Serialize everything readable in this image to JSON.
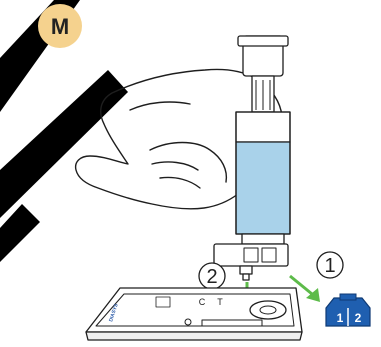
{
  "badge": {
    "letter": "M",
    "color": "#f5d28e"
  },
  "steps": {
    "step1": "1",
    "step2": "2"
  },
  "cassette": {
    "marker_c": "C",
    "marker_t": "T",
    "brand": "DIASYS"
  },
  "cap": {
    "label_1": "1",
    "label_2": "2",
    "color": "#1f5fb0"
  },
  "colors": {
    "liquid": "#a9d2ea",
    "arrow": "#5dbb4a",
    "outline": "#1e1e1e",
    "accent_black": "#000000"
  }
}
